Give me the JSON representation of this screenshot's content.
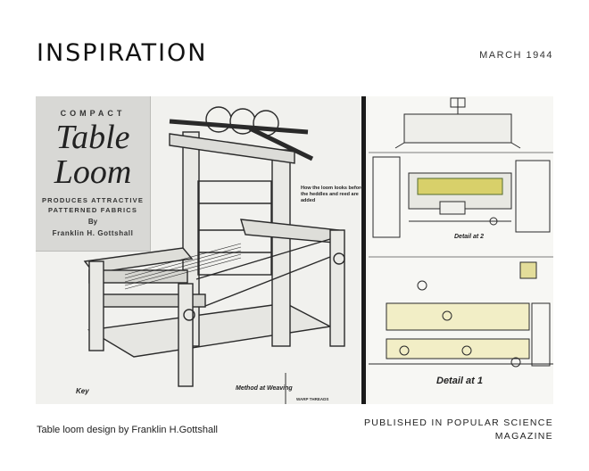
{
  "header": {
    "title": "INSPIRATION",
    "date": "MARCH 1944"
  },
  "figure": {
    "cover": {
      "line1": "COMPACT",
      "line2": "Table",
      "line3": "Loom",
      "line4": "PRODUCES ATTRACTIVE PATTERNED FABRICS",
      "line5": "By",
      "line6": "Franklin H. Gottshall"
    },
    "note": "How the loom looks before the heddles and reed are added",
    "key_label": "Key",
    "method_label": "Method at Weaving",
    "warp_note": "WARP THREADS",
    "detail1_label": "Detail at 1",
    "detail2_label": "Detail at 2"
  },
  "footer": {
    "caption": "Table loom design by Franklin H.Gottshall",
    "source": "PUBLISHED IN POPULAR SCIENCE MAGAZINE"
  }
}
